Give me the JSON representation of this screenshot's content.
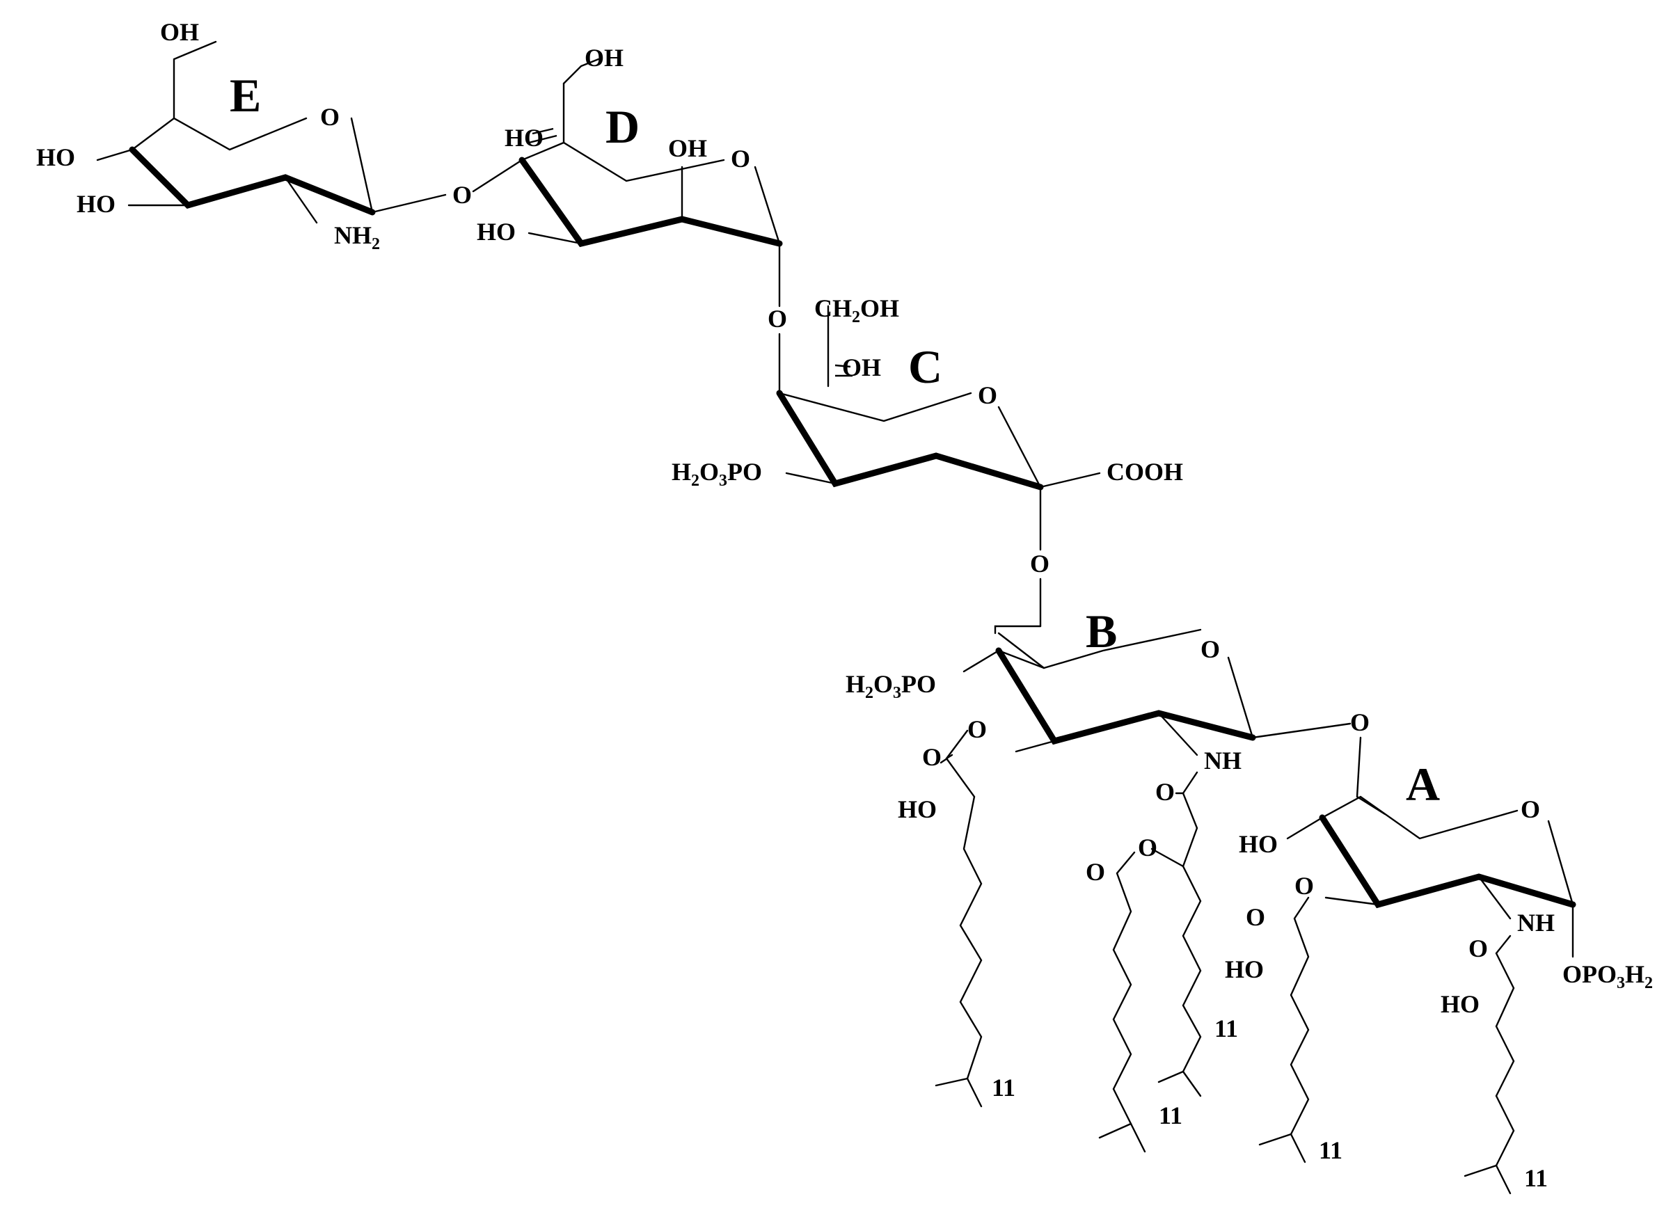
{
  "rings": {
    "A": "A",
    "B": "B",
    "C": "C",
    "D": "D",
    "E": "E"
  },
  "labels": {
    "ring_oxygen": "O",
    "hydroxyl_left": "HO",
    "hydroxyl_right": "OH",
    "amine": "NH",
    "amine_sub": "2",
    "amide_nh": "NH",
    "carbonyl_o": "O",
    "hydroxymethyl_a": "CH",
    "hydroxymethyl_sub": "2",
    "hydroxymethyl_b": "OH",
    "acid": "COOH",
    "phosphate_l_h": "H",
    "phosphate_l_mid": "O",
    "phosphate_l_end": "PO",
    "phosphate_r_a": "OPO",
    "phosphate_r_h": "H",
    "sub_2": "2",
    "sub_3": "3",
    "chain_count": "11"
  }
}
